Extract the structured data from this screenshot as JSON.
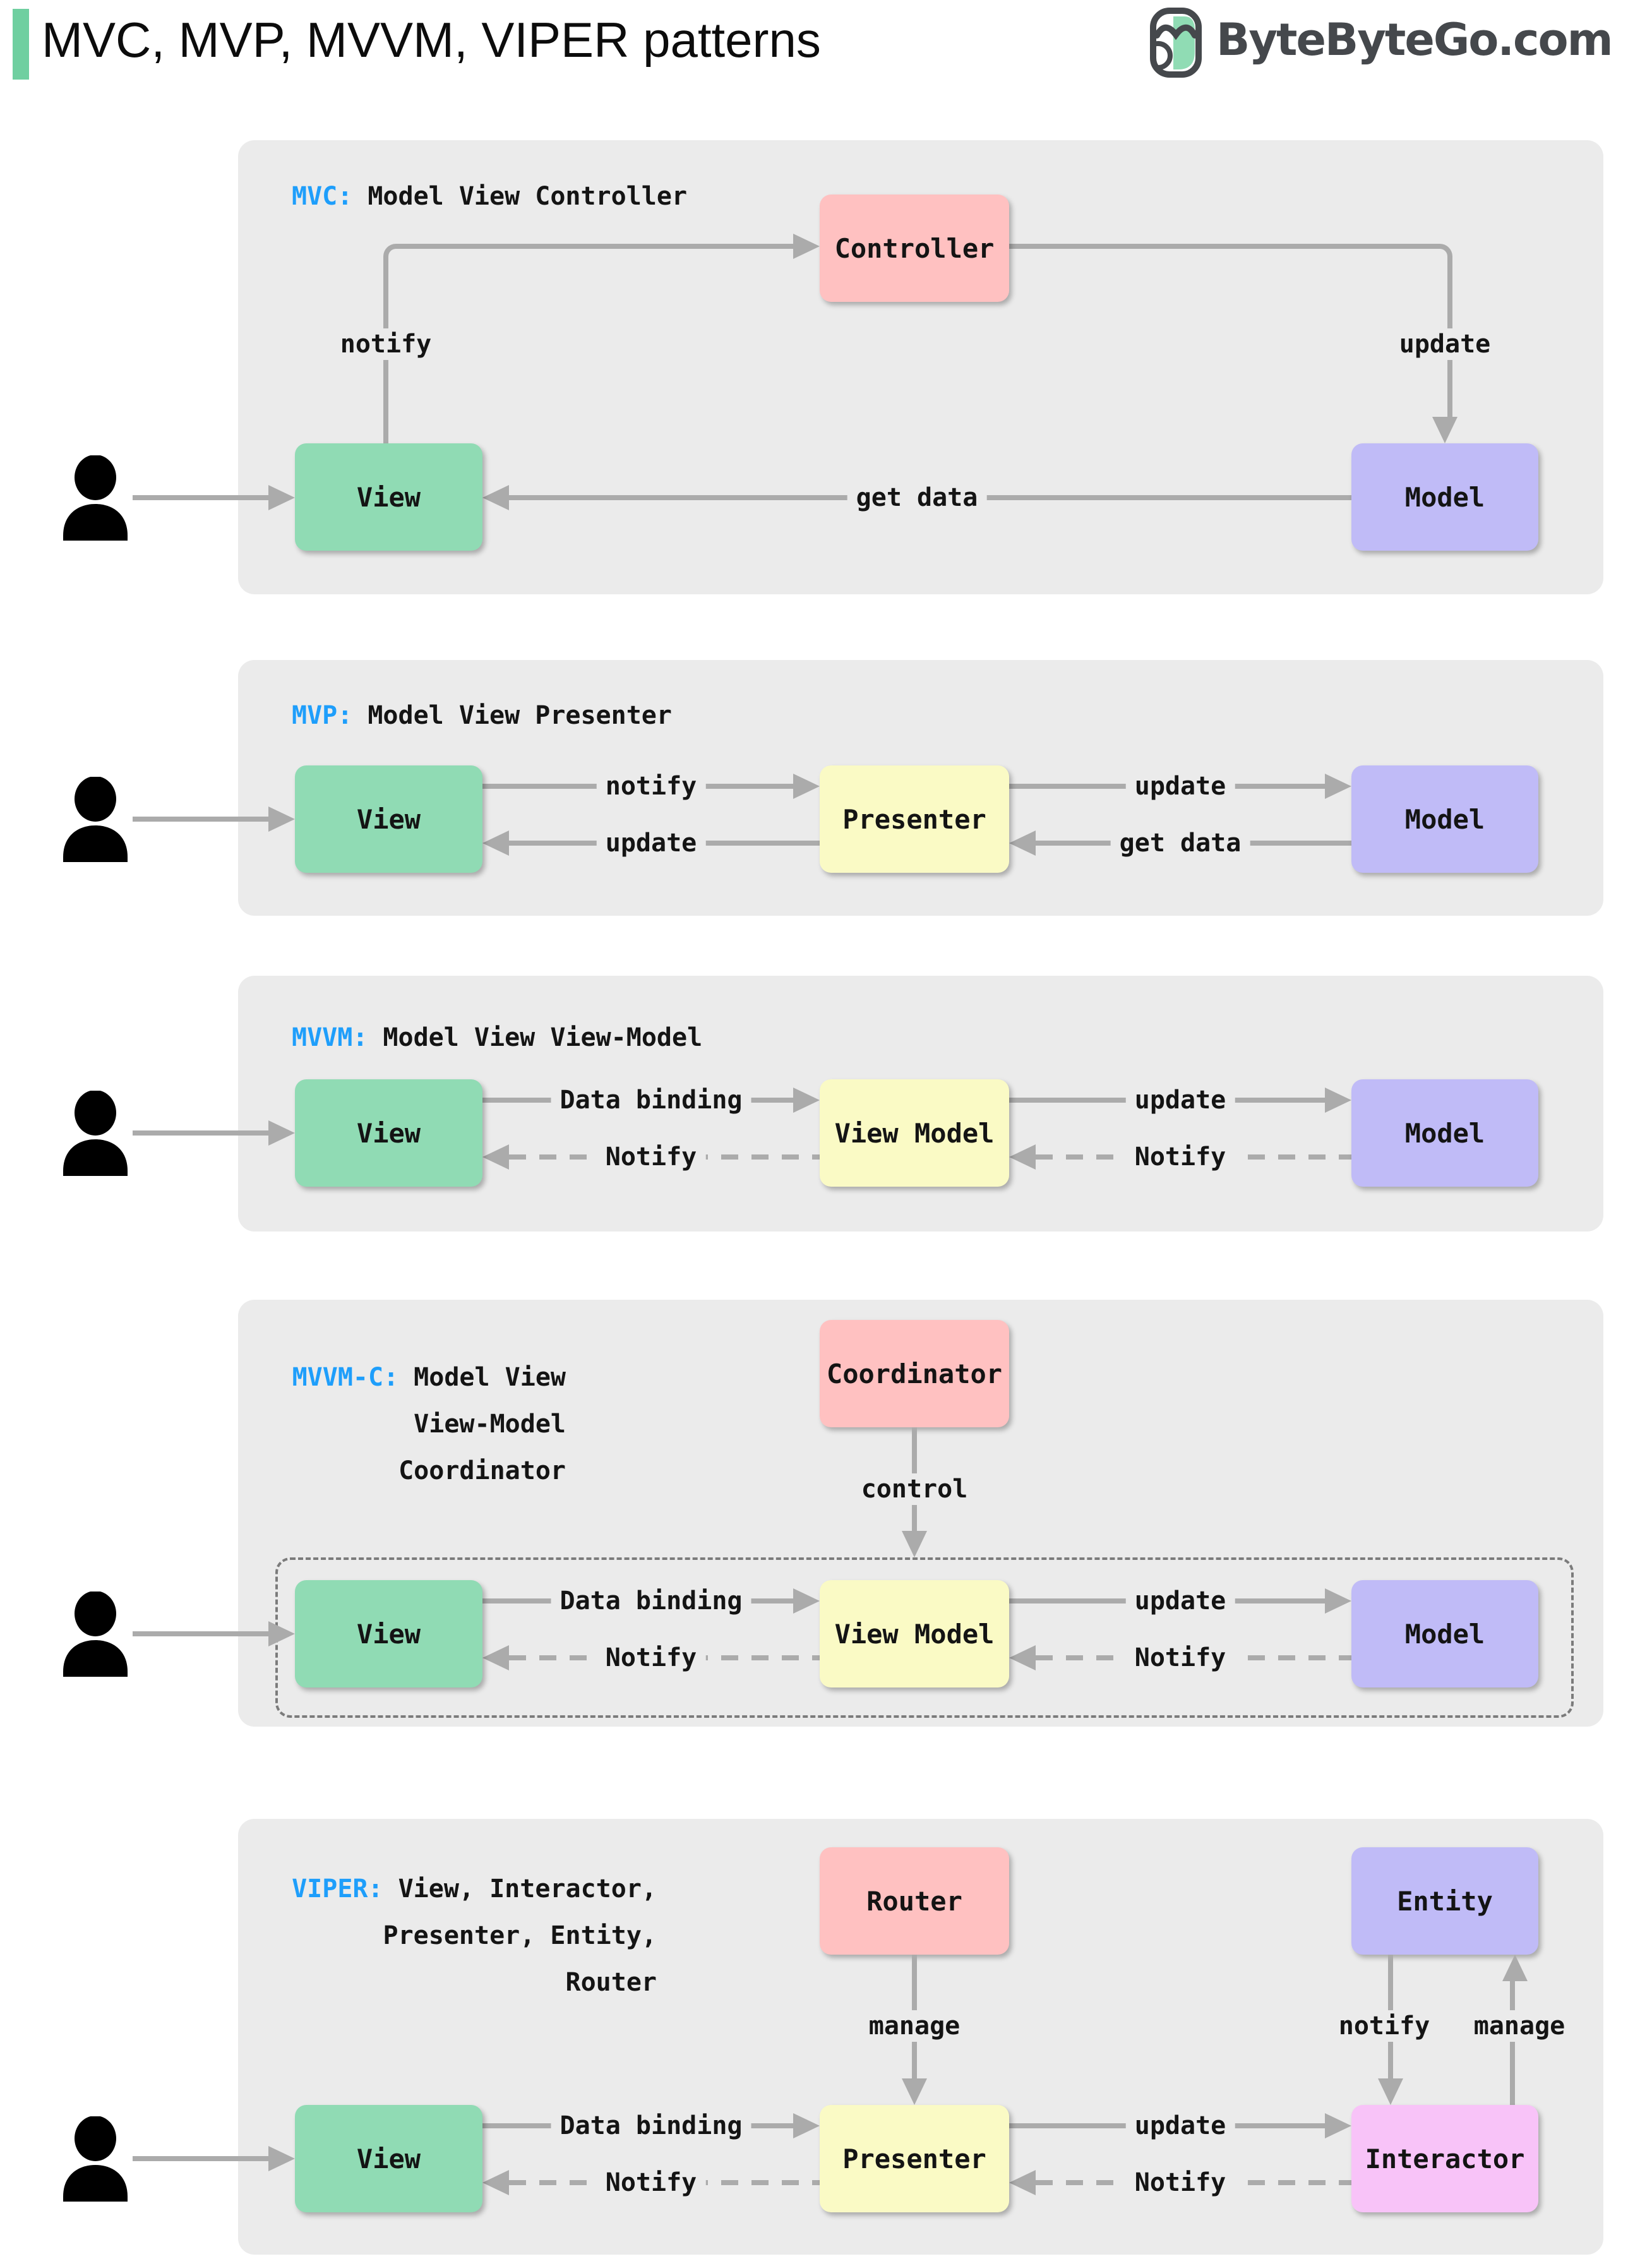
{
  "header": {
    "title": "MVC, MVP, MVVM, VIPER patterns",
    "brand": "ByteByteGo.com"
  },
  "palette": {
    "green": "#90DBB4",
    "yellow": "#FAFAC5",
    "pink": "#FFC1C1",
    "purple": "#C0BBF7",
    "magenta": "#F8C3F8",
    "panel": "#EBEBEB",
    "arrow": "#ABABAB",
    "blue": "#1E9EFB",
    "bar": "#6FCFA0",
    "logo": "#45484C"
  },
  "panels": [
    {
      "tag": "MVC:",
      "title": "Model View Controller",
      "boxes": {
        "controller": "Controller",
        "view": "View",
        "model": "Model"
      },
      "edges": {
        "notify": "notify",
        "update": "update",
        "get_data": "get data"
      }
    },
    {
      "tag": "MVP:",
      "title": "Model View Presenter",
      "boxes": {
        "view": "View",
        "presenter": "Presenter",
        "model": "Model"
      },
      "edges": {
        "notify": "notify",
        "update_to_model": "update",
        "update_to_view": "update",
        "get_data": "get data"
      }
    },
    {
      "tag": "MVVM:",
      "title": "Model View View-Model",
      "boxes": {
        "view": "View",
        "view_model": "View Model",
        "model": "Model"
      },
      "edges": {
        "data_binding": "Data binding",
        "update": "update",
        "notify_view": "Notify",
        "notify_view_model": "Notify"
      }
    },
    {
      "tag": "MVVM-C:",
      "title": "Model View",
      "title_line2": "View-Model",
      "title_line3": "Coordinator",
      "boxes": {
        "coordinator": "Coordinator",
        "view": "View",
        "view_model": "View Model",
        "model": "Model"
      },
      "edges": {
        "control": "control",
        "data_binding": "Data binding",
        "update": "update",
        "notify_view": "Notify",
        "notify_view_model": "Notify"
      }
    },
    {
      "tag": "VIPER:",
      "title": "View, Interactor,",
      "title_line2": "Presenter, Entity,",
      "title_line3": "Router",
      "boxes": {
        "router": "Router",
        "entity": "Entity",
        "view": "View",
        "presenter": "Presenter",
        "interactor": "Interactor"
      },
      "edges": {
        "manage_router": "manage",
        "notify_entity": "notify",
        "manage_entity": "manage",
        "data_binding": "Data binding",
        "update": "update",
        "notify_view": "Notify",
        "notify_presenter": "Notify"
      }
    }
  ]
}
